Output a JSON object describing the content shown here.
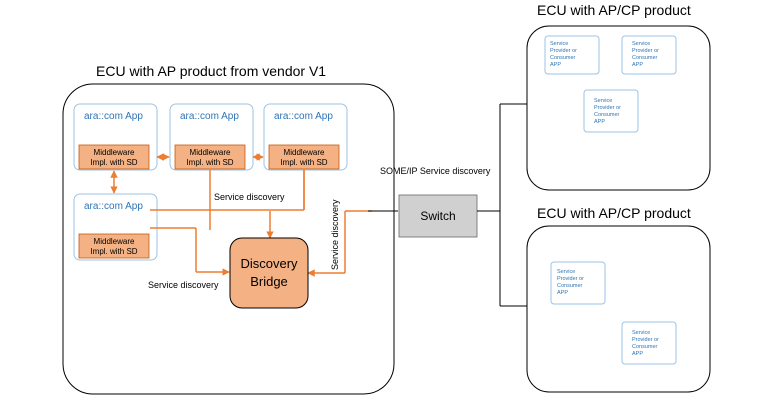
{
  "ecu_left": {
    "title": "ECU with AP product from vendor V1"
  },
  "ecu_right_top": {
    "title": "ECU with AP/CP product"
  },
  "ecu_right_bottom": {
    "title": "ECU with AP/CP product"
  },
  "apps": [
    {
      "label": "ara::com App",
      "mw_line1": "Middleware",
      "mw_line2": "Impl. with SD"
    },
    {
      "label": "ara::com App",
      "mw_line1": "Middleware",
      "mw_line2": "Impl. with SD"
    },
    {
      "label": "ara::com App",
      "mw_line1": "Middleware",
      "mw_line2": "Impl. with SD"
    },
    {
      "label": "ara::com App",
      "mw_line1": "Middleware",
      "mw_line2": "Impl. with SD"
    }
  ],
  "bridge": {
    "line1": "Discovery",
    "line2": "Bridge"
  },
  "switch": {
    "label": "Switch"
  },
  "labels": {
    "sd_top": "Service discovery",
    "sd_left": "Service discovery",
    "sd_vertical": "Service discovery",
    "someip": "SOME/IP Service discovery"
  },
  "small_box": {
    "line1": "Service",
    "line2": "Provider or",
    "line3": "Consumer",
    "line4": "APP"
  },
  "colors": {
    "orange": "#ed7d31",
    "orange_fill": "#f4b183",
    "blue": "#2e75b6",
    "switch_fill": "#d0d0d0"
  }
}
